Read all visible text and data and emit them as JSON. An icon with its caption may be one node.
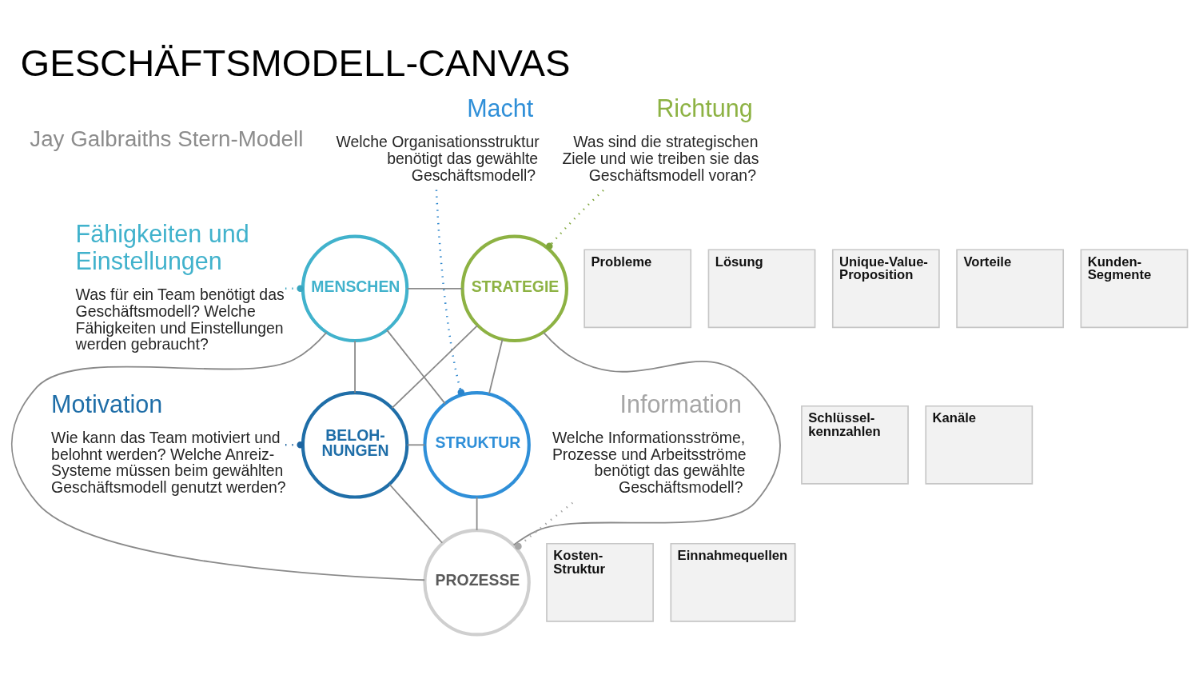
{
  "diagram": {
    "title": "GESCHÄFTSMODELL-CANVAS",
    "nodes": [
      {
        "text": [
          "Richtung",
          "Was sind die strategischen Ziele und wie treiben sie das Geschäftsmodell voran?"
        ]
      },
      {
        "text": [
          "MENSCHEN"
        ]
      },
      {
        "text": [
          "STRATEGIE"
        ]
      },
      {
        "text": [
          "Fähigkeiten und Einstellungen",
          "Was für ein Team benötigt das Geschäftsmodell? Welche Fähigkeiten und Einstellungen werden gebraucht?"
        ]
      },
      {
        "text": [
          "Probleme"
        ]
      },
      {
        "text": [
          "Lösung"
        ]
      },
      {
        "text": [
          "Unique-Value- Proposition"
        ]
      },
      {
        "text": [
          "Vorteile"
        ]
      },
      {
        "text": [
          "Kunden- Segmente"
        ]
      },
      {
        "text": [
          "Macht",
          "Welche Organisationsstruktur benötigt das gewählte Geschäftsmodell?"
        ]
      },
      {
        "text": [
          "Schlüssel- kennzahlen"
        ]
      },
      {
        "text": [
          "Kanäle"
        ]
      },
      {
        "text": [
          "BELOH- NUNGEN"
        ]
      },
      {
        "text": [
          "STRUKTUR"
        ]
      },
      {
        "text": [
          "Motivation",
          "Wie kann das Team motiviert und belohnt werden? Welche Anreiz- Systeme müssen beim gewählten Geschäftsmodell genutzt werden?"
        ]
      },
      {
        "text": [
          "Kosten- Struktur"
        ]
      },
      {
        "text": [
          "Einnahmequellen"
        ]
      },
      {
        "text": [
          "Information",
          "Welche Informationsströme, Prozesse und Arbeitsströme benötigt das gewählte Geschäftsmodell?"
        ]
      },
      {
        "text": [
          "PROZESSE"
        ]
      }
    ],
    "edges": [
      {
        "from": 1,
        "to": 2,
        "arrow": "none"
      },
      {
        "from": 1,
        "to": 12,
        "arrow": "none"
      },
      {
        "from": 1,
        "to": 13,
        "arrow": "none"
      },
      {
        "from": 1,
        "to": 18,
        "arrow": "none"
      },
      {
        "from": 2,
        "to": 12,
        "arrow": "none"
      },
      {
        "from": 2,
        "to": 13,
        "arrow": "none"
      },
      {
        "from": 2,
        "to": 18,
        "arrow": "none"
      },
      {
        "from": 12,
        "to": 13,
        "arrow": "none"
      },
      {
        "from": 12,
        "to": 18,
        "arrow": "none"
      },
      {
        "from": 13,
        "to": 18,
        "arrow": "none"
      },
      {
        "from": 3,
        "to": 1,
        "arrow": "other",
        "style": "dashed",
        "color": "#3aa6c0"
      },
      {
        "from": 0,
        "to": 2,
        "arrow": "other",
        "style": "dashed",
        "color": "#7fa63c"
      },
      {
        "from": 9,
        "to": 13,
        "arrow": "other",
        "style": "dashed",
        "color": "#2a84cc"
      },
      {
        "from": 14,
        "to": 12,
        "arrow": "other",
        "style": "dashed",
        "color": "#1d64a0"
      },
      {
        "from": 17,
        "to": 18,
        "arrow": "other",
        "style": "dashed",
        "color": "#a6a6a6"
      }
    ],
    "labels": [
      "Jay Galbraiths Stern-Modell"
    ]
  }
}
